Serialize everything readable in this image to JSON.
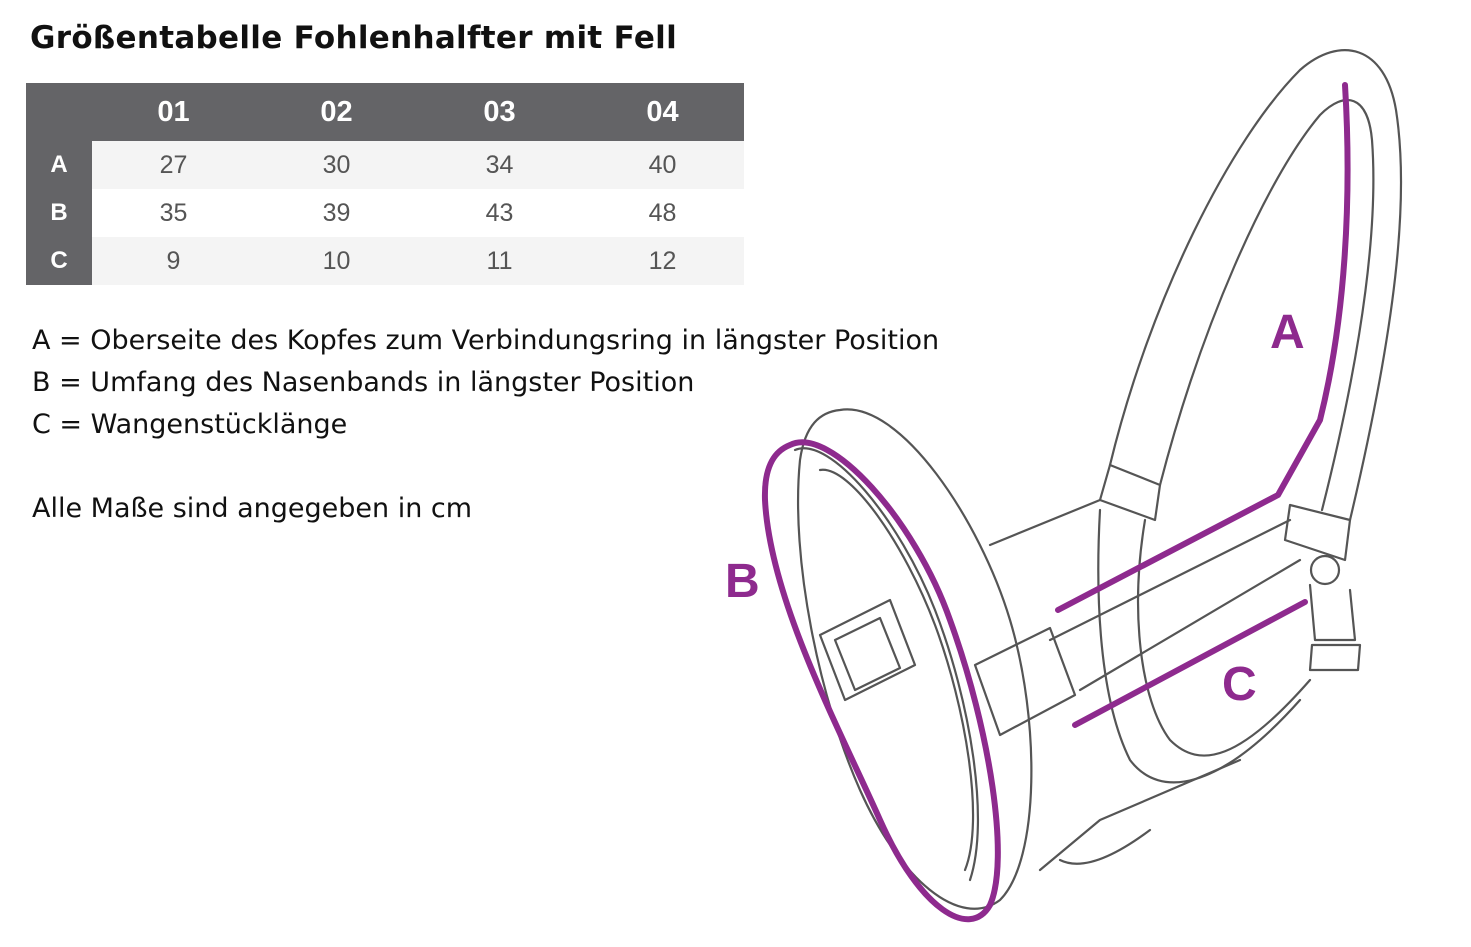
{
  "title": "Größentabelle Fohlenhalfter mit Fell",
  "table": {
    "columns": [
      "01",
      "02",
      "03",
      "04"
    ],
    "rows": [
      {
        "label": "A",
        "values": [
          "27",
          "30",
          "34",
          "40"
        ]
      },
      {
        "label": "B",
        "values": [
          "35",
          "39",
          "43",
          "48"
        ]
      },
      {
        "label": "C",
        "values": [
          "9",
          "10",
          "11",
          "12"
        ]
      }
    ]
  },
  "legend": [
    "A = Oberseite des Kopfes zum Verbindungsring in längster Position",
    "B = Umfang des Nasenbands in längster Position",
    "C = Wangenstücklänge"
  ],
  "note": "Alle Maße sind angegeben in cm",
  "diagram": {
    "labels": {
      "a": "A",
      "b": "B",
      "c": "C"
    },
    "colors": {
      "outline": "#555555",
      "measure": "#8e2a8e",
      "header": "#646467"
    },
    "icon": "halter-outline-drawing"
  }
}
